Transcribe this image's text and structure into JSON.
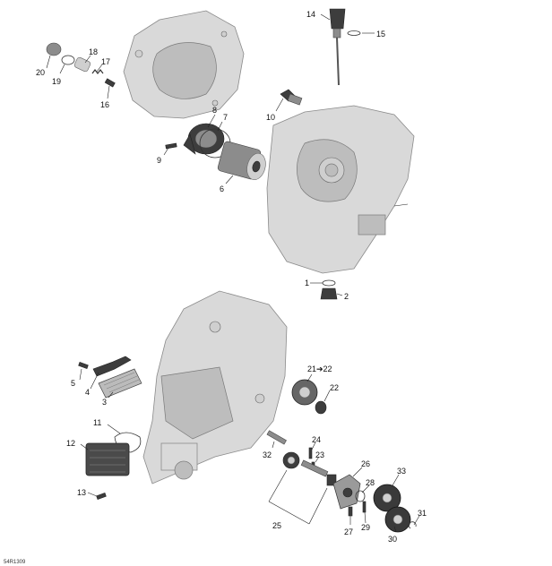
{
  "callouts": {
    "c1": "1",
    "c2": "2",
    "c3": "3",
    "c4": "4",
    "c5": "5",
    "c6": "6",
    "c7": "7",
    "c8": "8",
    "c9": "9",
    "c10": "10",
    "c11": "11",
    "c12": "12",
    "c13": "13",
    "c14": "14",
    "c15": "15",
    "c16": "16",
    "c17": "17",
    "c18": "18",
    "c19": "19",
    "c20": "20",
    "c21": "21➔22",
    "c22": "22",
    "c23": "23",
    "c24": "24",
    "c25": "25",
    "c26": "26",
    "c27": "27",
    "c28": "28",
    "c29": "29",
    "c30": "30",
    "c31": "31",
    "c32": "32",
    "c33": "33"
  },
  "reference_code": "54R1309"
}
